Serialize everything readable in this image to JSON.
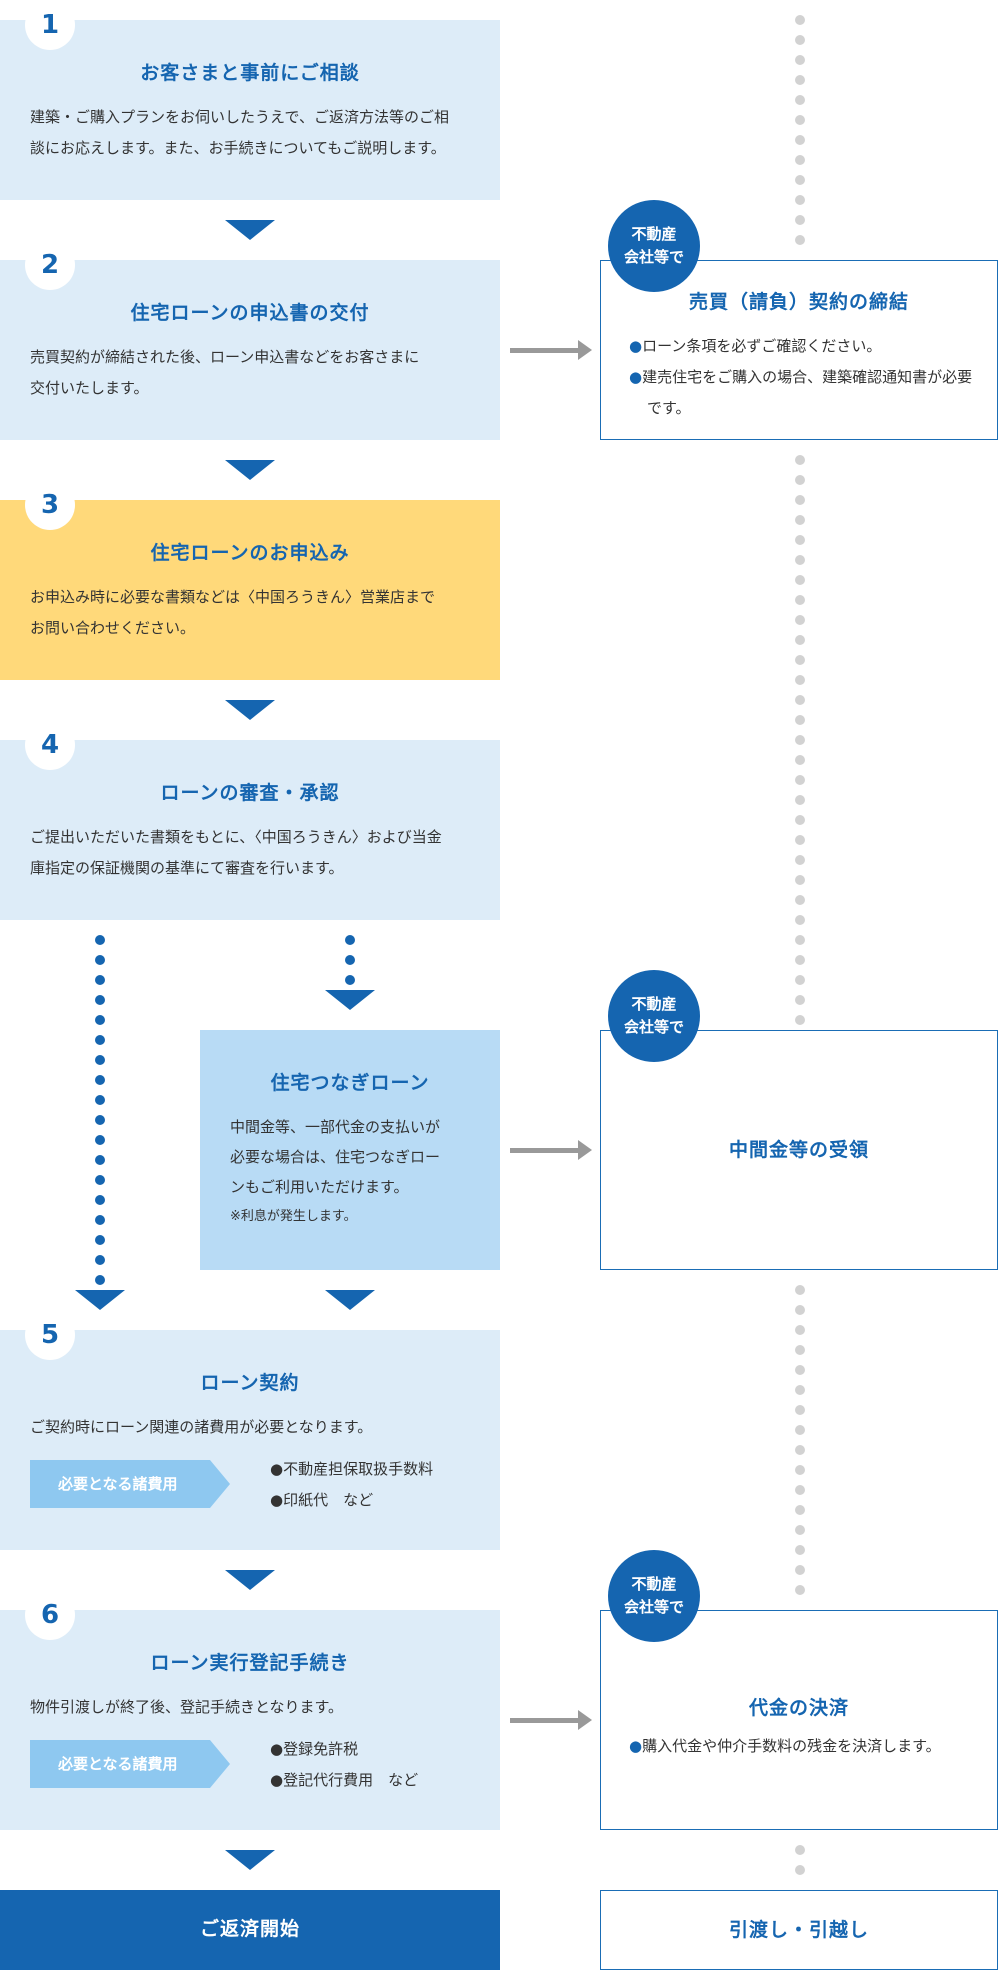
{
  "steps": [
    {
      "number": "1",
      "title": "お客さまと事前にご相談",
      "desc": [
        "建築・ご購入プランをお伺いしたうえで、ご返済方法等のご相",
        "談にお応えします。また、お手続きについてもご説明します。"
      ]
    },
    {
      "number": "2",
      "title": "住宅ローンの申込書の交付",
      "desc": [
        "売買契約が締結された後、ローン申込書などをお客さまに",
        "交付いたします。"
      ]
    },
    {
      "number": "3",
      "title": "住宅ローンのお申込み",
      "desc": [
        "お申込み時に必要な書類などは〈中国ろうきん〉営業店まで",
        "お問い合わせください。"
      ]
    },
    {
      "number": "4",
      "title": "ローンの審査・承認",
      "desc": [
        "ご提出いただいた書類をもとに、〈中国ろうきん〉および当金",
        "庫指定の保証機関の基準にて審査を行います。"
      ]
    },
    {
      "number": "5",
      "title": "ローン契約",
      "desc": [
        "ご契約時にローン関連の諸費用が必要となります。"
      ],
      "fee_label": "必要となる諸費用",
      "fees": [
        "●不動産担保取扱手数料",
        "●印紙代　など"
      ]
    },
    {
      "number": "6",
      "title": "ローン実行登記手続き",
      "desc": [
        "物件引渡しが終了後、登記手続きとなります。"
      ],
      "fee_label": "必要となる諸費用",
      "fees": [
        "●登録免許税",
        "●登記代行費用　など"
      ]
    }
  ],
  "bridge_loan": {
    "title": "住宅つなぎローン",
    "desc": [
      "中間金等、一部代金の支払いが",
      "必要な場合は、住宅つなぎロー",
      "ンもご利用いただけます。"
    ],
    "note": "※利息が発生します。"
  },
  "side": {
    "badge_lines": [
      "不動産",
      "会社等で"
    ],
    "contract": {
      "title": "売買（請負）契約の締結",
      "items": [
        "ローン条項を必ずご確認ください。",
        "建売住宅をご購入の場合、建築確認通知書が必要です。"
      ]
    },
    "midpay": {
      "title": "中間金等の受領"
    },
    "settlement": {
      "title": "代金の決済",
      "items": [
        "購入代金や仲介手数料の残金を決済します。"
      ]
    }
  },
  "final": {
    "left": "ご返済開始",
    "right": "引渡し・引越し"
  },
  "bullet_glyph": "●",
  "colors": {
    "primary": "#1565b0",
    "light_blue": "#ddecf8",
    "highlight": "#ffd97a",
    "sub_blue": "#b8dbf5",
    "arrow_grey": "#999999",
    "dot_grey": "#d2d2d2"
  }
}
